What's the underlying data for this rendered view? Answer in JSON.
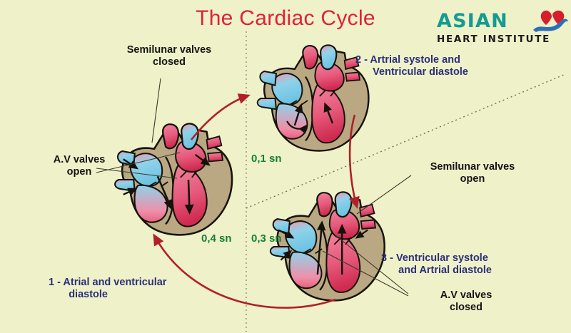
{
  "page": {
    "title": "The Cardiac Cycle",
    "background_color": "#eff1c9",
    "title_color": "#e0203a"
  },
  "logo": {
    "name": "Asian Heart Institute",
    "line1": "ASIAN",
    "line2": "HEART INSTITUTE",
    "line1_color": "#129c92",
    "line2_color": "#1b1b1b",
    "heart_color": "#d71f2b",
    "swoosh_color": "#2f6fb5"
  },
  "annotations": {
    "semilunar_closed": "Semilunar valves\nclosed",
    "av_open": "A.V valves\nopen",
    "semilunar_open": "Semilunar valves\nopen",
    "av_closed": "A.V valves\nclosed",
    "label_color": "#141414"
  },
  "phases": [
    {
      "id": "phase-1",
      "number": "1",
      "label": "1 - Atrial and ventricular\n       diastole",
      "duration": "0,4 sn",
      "color": "#2b2f7a",
      "duration_color": "#168032"
    },
    {
      "id": "phase-2",
      "number": "2",
      "label": "2 - Artrial systole and\n      Ventricular diastole",
      "duration": "0,1 sn",
      "color": "#2b2f7a",
      "duration_color": "#168032"
    },
    {
      "id": "phase-3",
      "number": "3",
      "label": "3 - Ventricular systole\n      and Artrial diastole",
      "duration": "0,3 sn",
      "color": "#2b2f7a",
      "duration_color": "#168032"
    }
  ],
  "diagram": {
    "heart_muscle_color": "#b9a882",
    "oxygenated_color": "#e8607f",
    "deoxygenated_color": "#86cfe8",
    "outline_color": "#16120c",
    "cycle_arrow_color": "#b02028",
    "divider_color": "#9a9a8a",
    "leader_color": "#3a3a2e"
  }
}
